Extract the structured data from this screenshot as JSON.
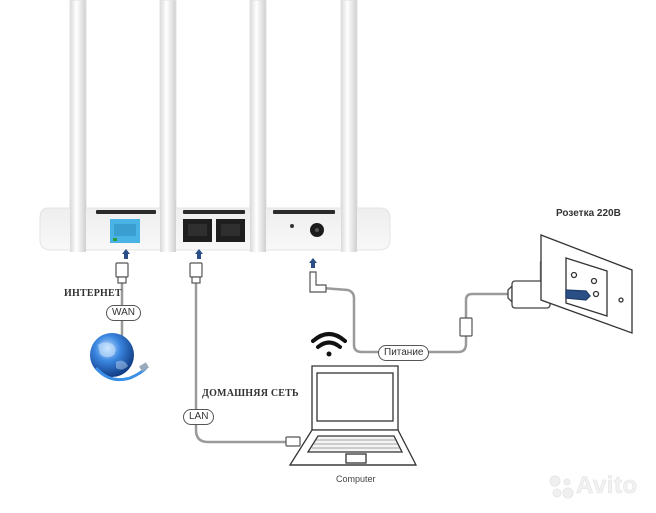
{
  "diagram": {
    "router": {
      "antenna_count": 4,
      "ports": [
        {
          "id": "wan",
          "type": "ethernet",
          "color": "#4ab3e6"
        },
        {
          "id": "lan1",
          "type": "ethernet",
          "color": "#222222"
        },
        {
          "id": "lan2",
          "type": "ethernet",
          "color": "#222222"
        },
        {
          "id": "reset",
          "type": "pinhole"
        },
        {
          "id": "power",
          "type": "dc-jack"
        }
      ]
    },
    "labels": {
      "internet": "ИНТЕРНЕТ",
      "wan": "WAN",
      "home_network": "ДОМАШНЯЯ СЕТЬ",
      "lan": "LAN",
      "power": "Питание",
      "outlet": "Розетка 220В",
      "computer": "Computer"
    },
    "connections": [
      {
        "from": "router.wan",
        "to": "internet-globe",
        "label": "WAN"
      },
      {
        "from": "router.lan1",
        "to": "computer",
        "label": "LAN"
      },
      {
        "from": "router.power",
        "to": "power-adapter",
        "label": "Питание"
      },
      {
        "from": "power-adapter",
        "to": "outlet-220v"
      }
    ],
    "watermark": "Avito",
    "colors": {
      "arrow": "#2a4f86",
      "cable": "#9a9a9a",
      "wan_port": "#4ab3e6",
      "globe": "#2a6fd0"
    }
  }
}
